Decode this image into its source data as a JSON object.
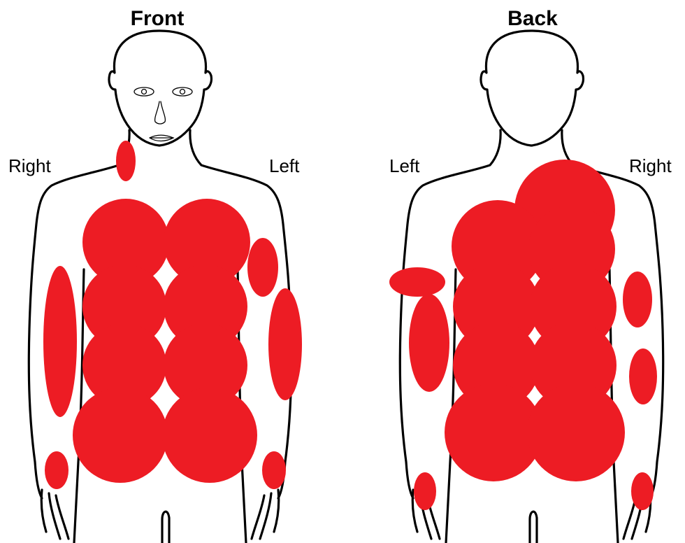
{
  "front": {
    "title": "Front",
    "label_left_of_image": "Right",
    "label_right_of_image": "Left"
  },
  "back": {
    "title": "Back",
    "label_left_of_image": "Left",
    "label_right_of_image": "Right"
  },
  "colors": {
    "affected_area": "#ed1c24",
    "outline": "#000000",
    "background": "#ffffff"
  }
}
